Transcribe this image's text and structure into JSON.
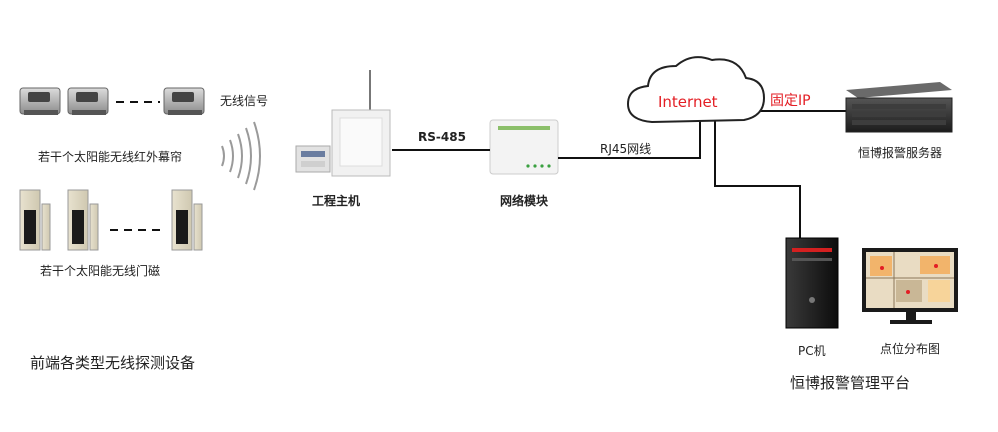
{
  "diagram": {
    "wireless_signal_label": "无线信号",
    "curtain_sensors_label": "若干个太阳能无线红外幕帘",
    "door_sensors_label": "若干个太阳能无线门磁",
    "front_end_title": "前端各类型无线探测设备",
    "host_label": "工程主机",
    "rs485_label": "RS-485",
    "network_module_label": "网络模块",
    "rj45_label": "RJ45网线",
    "internet_label": "Internet",
    "fixed_ip_label": "固定IP",
    "server_label": "恒博报警服务器",
    "pc_label": "PC机",
    "map_label": "点位分布图",
    "platform_title": "恒博报警管理平台"
  },
  "colors": {
    "accent_red": "#e31e24",
    "line": "#111111"
  }
}
